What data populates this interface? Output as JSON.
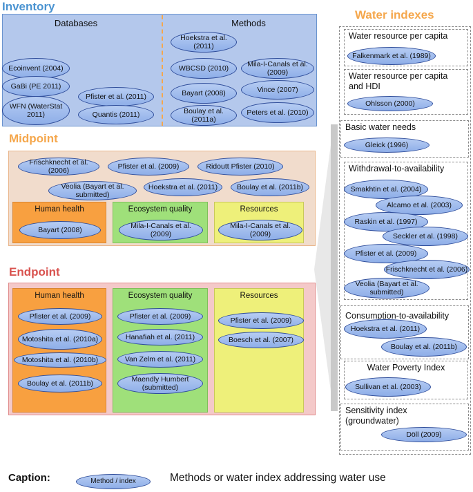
{
  "inventory": {
    "title": "Inventory",
    "databases_label": "Databases",
    "methods_label": "Methods",
    "databases": [
      "Ecoinvent (2004)",
      "GaBi (PE 2011)",
      "WFN (WaterStat 2011)",
      "Pfister et al. (2011)",
      "Quantis (2011)"
    ],
    "methods": [
      "Hoekstra et al. (2011)",
      "WBCSD (2010)",
      "Mila-I-Canals et al. (2009)",
      "Bayart (2008)",
      "Vince (2007)",
      "Boulay et al. (2011a)",
      "Peters et al. (2010)"
    ]
  },
  "midpoint": {
    "title": "Midpoint",
    "methods": [
      "Frischknecht et al. (2006)",
      "Pfister et al. (2009)",
      "Ridoutt Pfister (2010)",
      "Veolia (Bayart et al. submitted)",
      "Hoekstra et al. (2011)",
      "Boulay et al. (2011b)"
    ],
    "human_health": {
      "label": "Human health",
      "items": [
        "Bayart (2008)"
      ]
    },
    "ecosystem_quality": {
      "label": "Ecosystem quality",
      "items": [
        "Mila-I-Canals et al. (2009)"
      ]
    },
    "resources": {
      "label": "Resources",
      "items": [
        "Mila-I-Canals et al. (2009)"
      ]
    }
  },
  "endpoint": {
    "title": "Endpoint",
    "human_health": {
      "label": "Human health",
      "items": [
        "Pfister et al. (2009)",
        "Motoshita et al. (2010a)",
        "Motoshita et al. (2010b)",
        "Boulay et al. (2011b)"
      ]
    },
    "ecosystem_quality": {
      "label": "Ecosystem quality",
      "items": [
        "Pfister et al. (2009)",
        "Hanafiah et al. (2011)",
        "Van Zelm et al. (2011)",
        "Maendly Humbert (submitted)"
      ]
    },
    "resources": {
      "label": "Resources",
      "items": [
        "Pfister et al. (2009)",
        "Boesch et al. (2007)"
      ]
    }
  },
  "water_indexes": {
    "title": "Water indexes",
    "groups": [
      {
        "label": "Water resource per capita",
        "items": [
          "Falkenmark et al. (1989)"
        ]
      },
      {
        "label": "Water resource per capita and HDI",
        "items": [
          "Ohlsson (2000)"
        ]
      },
      {
        "label": "Basic water needs",
        "items": [
          "Gleick (1996)"
        ]
      },
      {
        "label": "Withdrawal-to-availability",
        "items": [
          "Smakhtin et al. (2004)",
          "Alcamo et al. (2003)",
          "Raskin et al. (1997)",
          "Seckler et al. (1998)",
          "Pfister et al. (2009)",
          "Frischknecht et al. (2006)",
          "Veolia (Bayart et al. submitted)"
        ]
      },
      {
        "label": "Consumption-to-availability",
        "items": [
          "Hoekstra et al. (2011)",
          "Boulay et al. (2011b)"
        ]
      },
      {
        "label": "Water Poverty Index",
        "items": [
          "Sullivan et al. (2003)"
        ]
      },
      {
        "label": "Sensitivity index (groundwater)",
        "items": [
          "Döll (2009)"
        ]
      }
    ]
  },
  "caption": {
    "label": "Caption:",
    "sample": "Method / index",
    "text": "Methods or water index addressing water use"
  },
  "colors": {
    "inventory": "#4a93d1",
    "midpoint": "#f5a74c",
    "endpoint": "#d9534f",
    "water": "#f5a74c",
    "human_health": "#f8a040",
    "ecosystem": "#9fe07a",
    "resources": "#eef07a"
  }
}
